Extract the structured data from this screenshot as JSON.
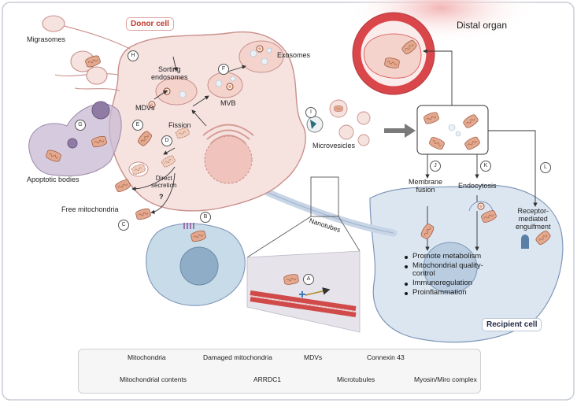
{
  "labels": {
    "donor_cell": "Donor cell",
    "recipient_cell": "Recipient cell",
    "distal_organ": "Distal organ",
    "migrasomes": "Migrasomes",
    "sorting_endosomes": "Sorting\nendosomes",
    "exosomes": "Exosomes",
    "mvb": "MVB",
    "mdvs": "MDVs",
    "fission": "Fission",
    "direct_secretion": "Direct\nsecretion",
    "question": "?",
    "free_mitochondria": "Free mitochondria",
    "apoptotic_bodies": "Apoptotic bodies",
    "microvesicles": "Microvesicles",
    "nanotubes": "Nanotubes",
    "membrane_fusion": "Membrane\nfusion",
    "endocytosis": "Endocytosis",
    "receptor_engulfment": "Receptor-\nmediated\nengulfment"
  },
  "steps": {
    "A": "A",
    "B": "B",
    "C": "C",
    "D": "D",
    "E": "E",
    "F": "F",
    "G": "G",
    "H": "H",
    "I": "I",
    "J": "J",
    "K": "K",
    "L": "L"
  },
  "outcomes": [
    "Promote metabolism",
    "Mitochondrial quality-control",
    "Immunoregulation",
    "Proinflammation"
  ],
  "legend": {
    "mitochondria": "Mitochondria",
    "damaged_mitochondria": "Damaged mitochondria",
    "mdvs": "MDVs",
    "connexin43": "Connexin 43",
    "mito_contents": "Mitochondrial contents",
    "arrdc1": "ARRDC1",
    "microtubules": "Microtubules",
    "myosin_miro": "Myosin/Miro complex"
  },
  "colors": {
    "donor_fill": "#f6e3e0",
    "donor_stroke": "#c98f8a",
    "recipient_fill": "#dbe6f1",
    "recipient_stroke": "#7f97b8",
    "mito_fill": "#e3a98f",
    "mito_stroke": "#a45e46",
    "organ_red": "#d9474a",
    "apoptotic": "#9c8aa8",
    "immune_cell": "#c7dbe8",
    "microtubule": "#d04a4a",
    "legend_bg": "#f6f6f6"
  }
}
